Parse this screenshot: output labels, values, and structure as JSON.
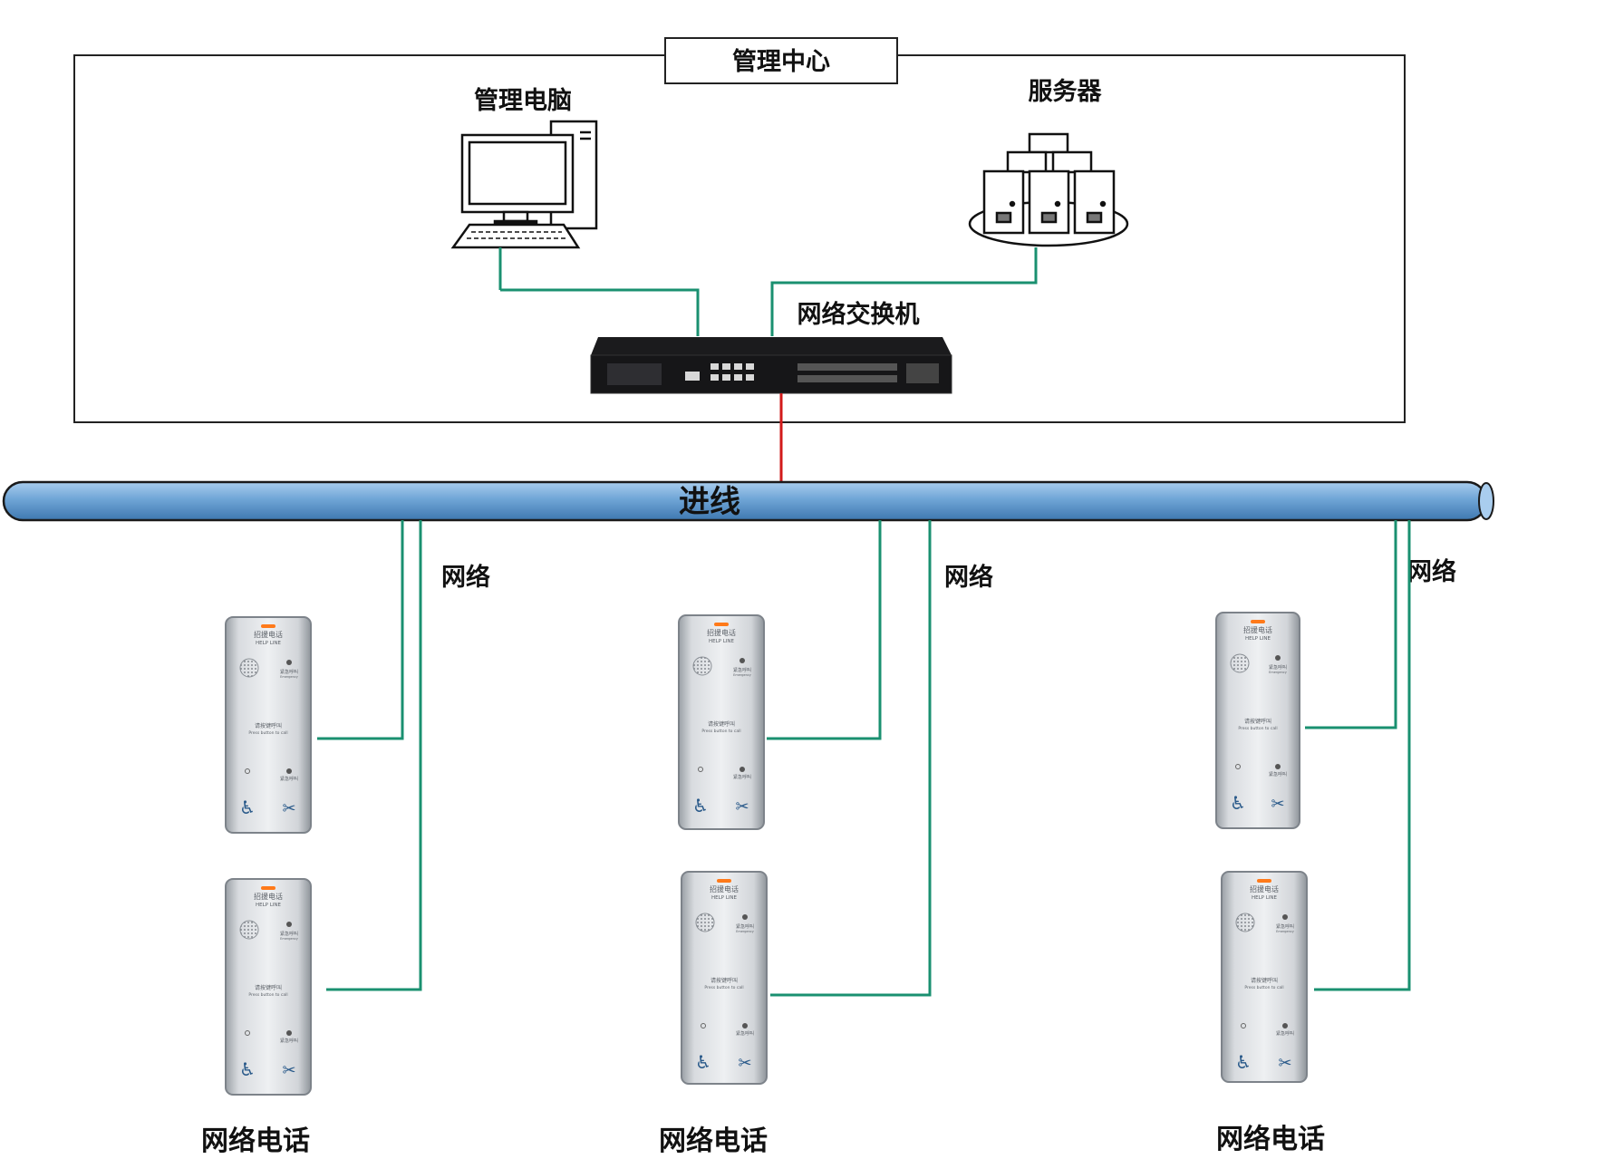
{
  "center": {
    "title": "管理中心"
  },
  "computer": {
    "label": "管理电脑"
  },
  "server": {
    "label": "服务器"
  },
  "switch": {
    "label": "网络交换机"
  },
  "backbone": {
    "label": "进线"
  },
  "network_labels": [
    "网络",
    "网络",
    "网络"
  ],
  "phone_group_labels": [
    "网络电话",
    "网络电话",
    "网络电话"
  ],
  "phone_panel": {
    "title_cn": "招援电话",
    "title_en": "HELP LINE",
    "button_cn": "请按键呼叫",
    "button_en": "Press button to call",
    "emergency_cn": "紧急呼叫",
    "emergency_en": "Emergency"
  },
  "colors": {
    "network_wire": "#1a9070",
    "uplink_wire": "#d21a1a",
    "backbone": "#7fb2dd"
  }
}
